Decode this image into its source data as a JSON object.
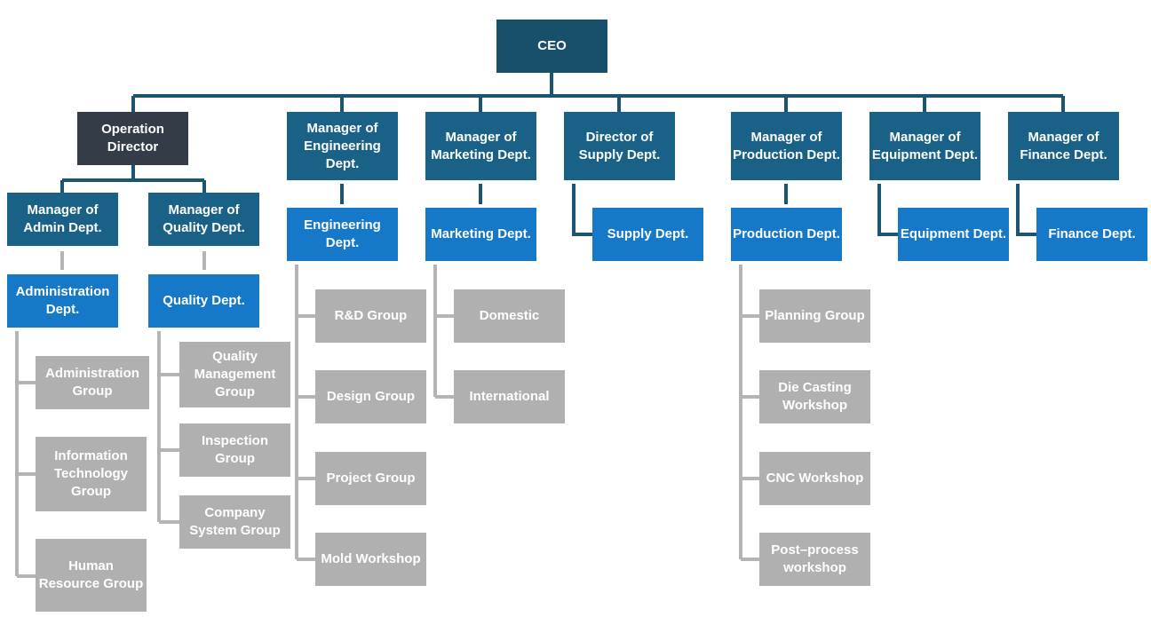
{
  "colors": {
    "ceo": "#18506b",
    "operation_director": "#333c47",
    "manager": "#1a6188",
    "department": "#1578c8",
    "group": "#b0b0b0",
    "connector_dark": "#1c5571",
    "connector_gray": "#b4b4b4"
  },
  "org": {
    "ceo": "CEO",
    "operation_director": "Operation\nDirector",
    "admin": {
      "manager": "Manager of\nAdmin Dept.",
      "dept": "Administration\nDept.",
      "groups": [
        "Administration\nGroup",
        "Information\nTechnology\nGroup",
        "Human\nResource Group"
      ]
    },
    "quality": {
      "manager": "Manager of\nQuality Dept.",
      "dept": "Quality Dept.",
      "groups": [
        "Quality\nManagement\nGroup",
        "Inspection\nGroup",
        "Company\nSystem Group"
      ]
    },
    "engineering": {
      "manager": "Manager of\nEngineering\nDept.",
      "dept": "Engineering\nDept.",
      "groups": [
        "R&D Group",
        "Design Group",
        "Project Group",
        "Mold Workshop"
      ]
    },
    "marketing": {
      "manager": "Manager of\nMarketing Dept.",
      "dept": "Marketing Dept.",
      "groups": [
        "Domestic",
        "International"
      ]
    },
    "supply": {
      "manager": "Director of\nSupply Dept.",
      "dept": "Supply Dept."
    },
    "production": {
      "manager": "Manager of\nProduction Dept.",
      "dept": "Production Dept.",
      "groups": [
        "Planning Group",
        "Die Casting\nWorkshop",
        "CNC Workshop",
        "Post–process\nworkshop"
      ]
    },
    "equipment": {
      "manager": "Manager of\nEquipment Dept.",
      "dept": "Equipment Dept."
    },
    "finance": {
      "manager": "Manager of\nFinance Dept.",
      "dept": "Finance Dept."
    }
  }
}
